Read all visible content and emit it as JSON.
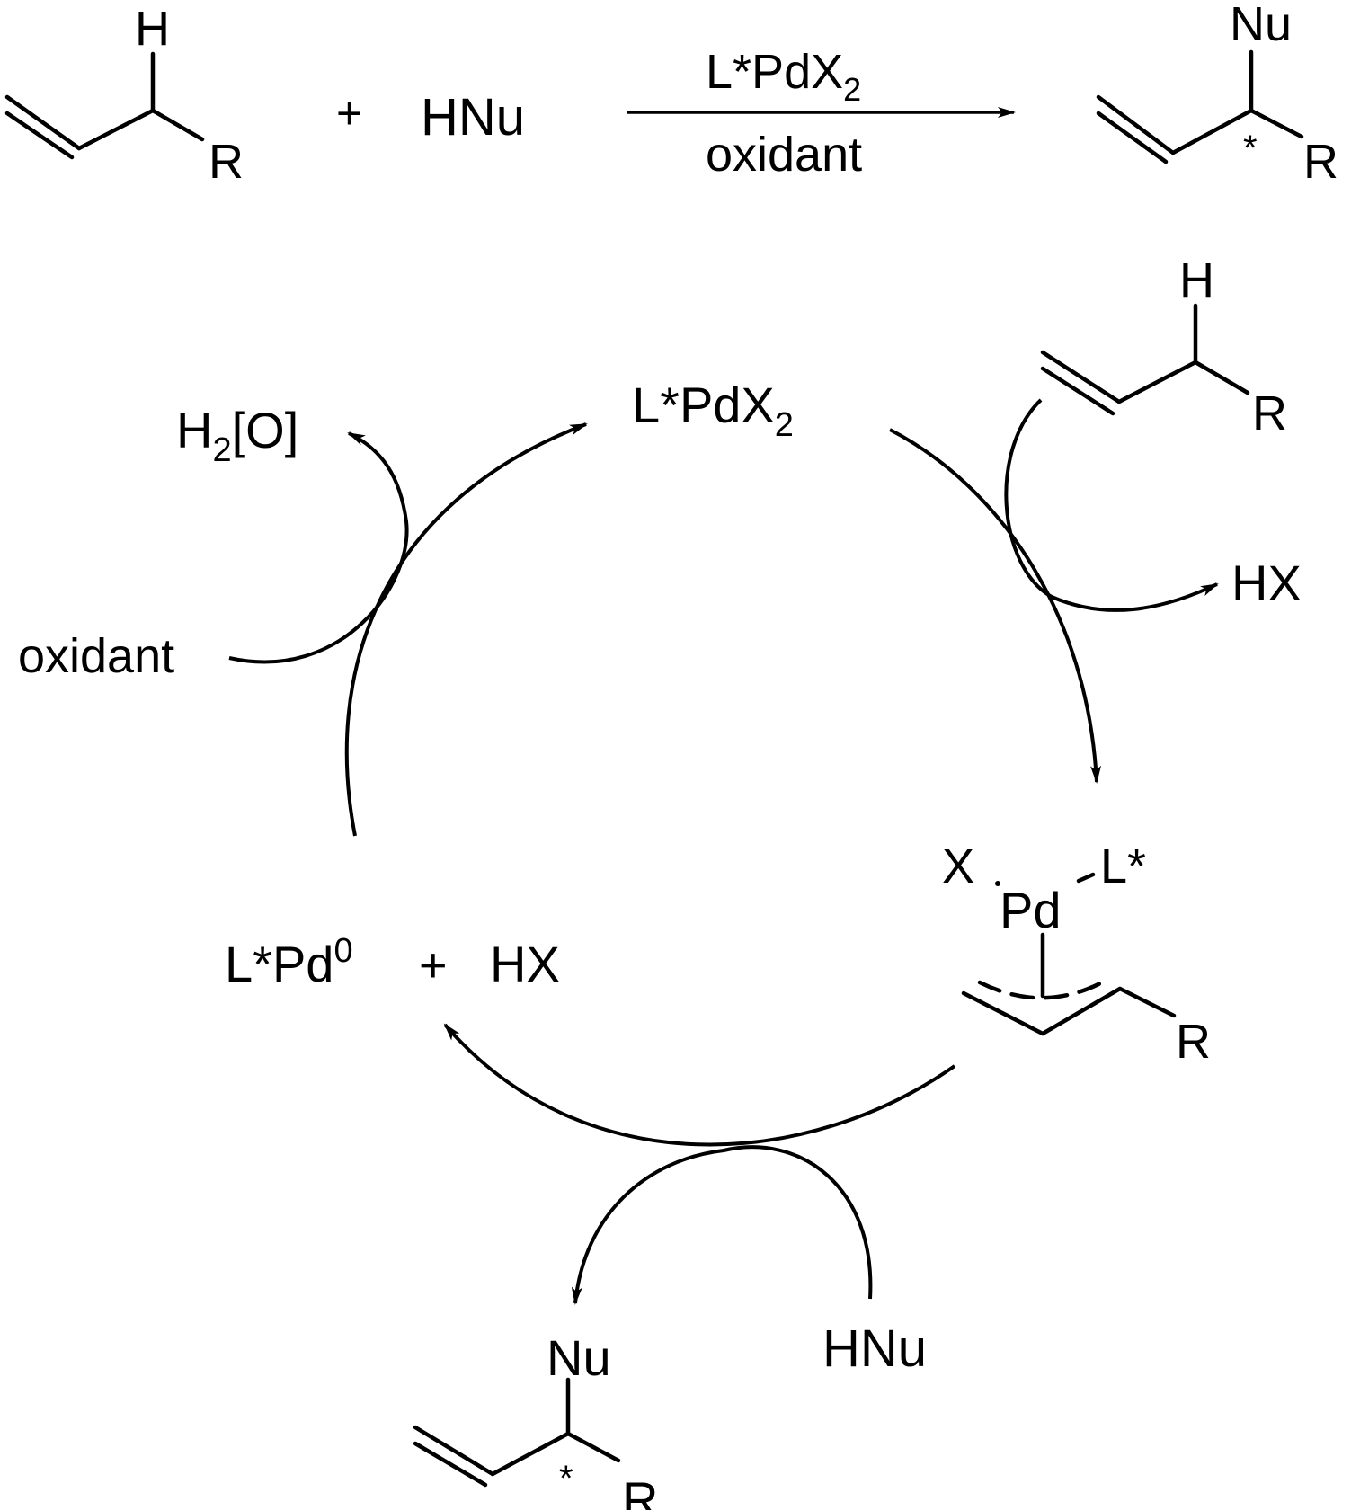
{
  "scheme": {
    "reactant_h": "H",
    "reactant_r": "R",
    "plus": "+",
    "nucleophile": "HNu",
    "catalyst": "L*PdX",
    "catalyst_sub": "2",
    "oxidant": "oxidant",
    "product_nu": "Nu",
    "product_star": "*",
    "product_r": "R"
  },
  "cycle": {
    "top_catalyst": "L*PdX",
    "top_catalyst_sub": "2",
    "substrate_h": "H",
    "substrate_r": "R",
    "byproduct_hx": "HX",
    "reduced_oxidant_h": "H",
    "reduced_oxidant_sub": "2",
    "reduced_oxidant_rest": "[O]",
    "oxidant": "oxidant",
    "pd0_left": "L*Pd",
    "pd0_sup": "0",
    "pd0_plus": "+",
    "pd0_hx": "HX",
    "complex_x": "X",
    "complex_pd": "Pd",
    "complex_l": "L*",
    "complex_r": "R",
    "product_nu": "Nu",
    "product_star": "*",
    "product_r": "R",
    "nucleophile": "HNu"
  }
}
